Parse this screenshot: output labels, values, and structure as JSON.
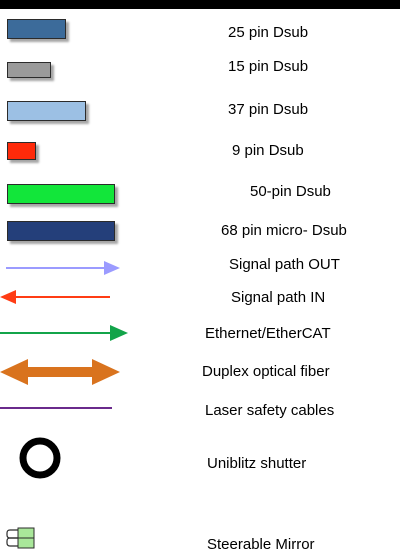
{
  "legend": {
    "items": [
      {
        "id": "dsub25",
        "label": "25 pin Dsub",
        "color": "#3c6b9a"
      },
      {
        "id": "dsub15",
        "label": "15 pin Dsub",
        "color": "#9a9a9a"
      },
      {
        "id": "dsub37",
        "label": "37 pin Dsub",
        "color": "#9cc0e4"
      },
      {
        "id": "dsub9",
        "label": "9 pin Dsub",
        "color": "#ff2a0a"
      },
      {
        "id": "dsub50",
        "label": "50-pin Dsub",
        "color": "#12e63a"
      },
      {
        "id": "dsub68",
        "label": "68 pin micro- Dsub",
        "color": "#243f7a"
      },
      {
        "id": "sigout",
        "label": "Signal path OUT",
        "color": "#9b9bff"
      },
      {
        "id": "sigin",
        "label": "Signal path IN",
        "color": "#ff3c14"
      },
      {
        "id": "ether",
        "label": "Ethernet/EtherCAT",
        "color": "#13a44a"
      },
      {
        "id": "fiber",
        "label": "Duplex optical fiber",
        "color": "#d9731e"
      },
      {
        "id": "laser",
        "label": "Laser safety cables",
        "color": "#6a2a8c"
      },
      {
        "id": "shutter",
        "label": "Uniblitz shutter",
        "color": "#000000"
      },
      {
        "id": "mirror",
        "label": "Steerable Mirror",
        "color": "#a9e79a"
      }
    ]
  }
}
